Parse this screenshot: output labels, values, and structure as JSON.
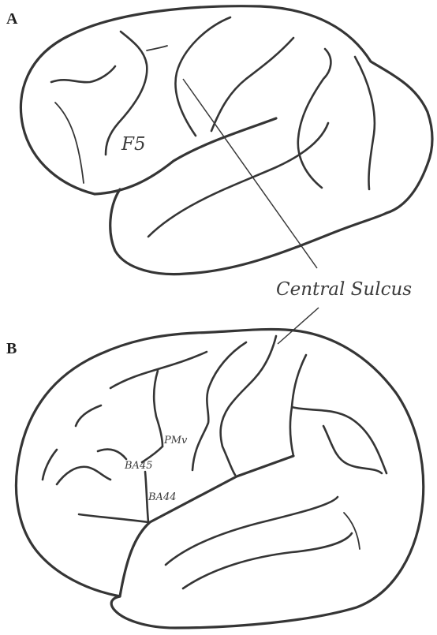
{
  "panels": {
    "a": {
      "letter": "A",
      "area_label": "F5"
    },
    "b": {
      "letter": "B",
      "area_labels": {
        "pmv": "PMv",
        "ba45": "BA45",
        "ba44": "BA44"
      }
    }
  },
  "shared_label": "Central Sulcus",
  "colors": {
    "line": "#353535",
    "background": "#ffffff"
  }
}
